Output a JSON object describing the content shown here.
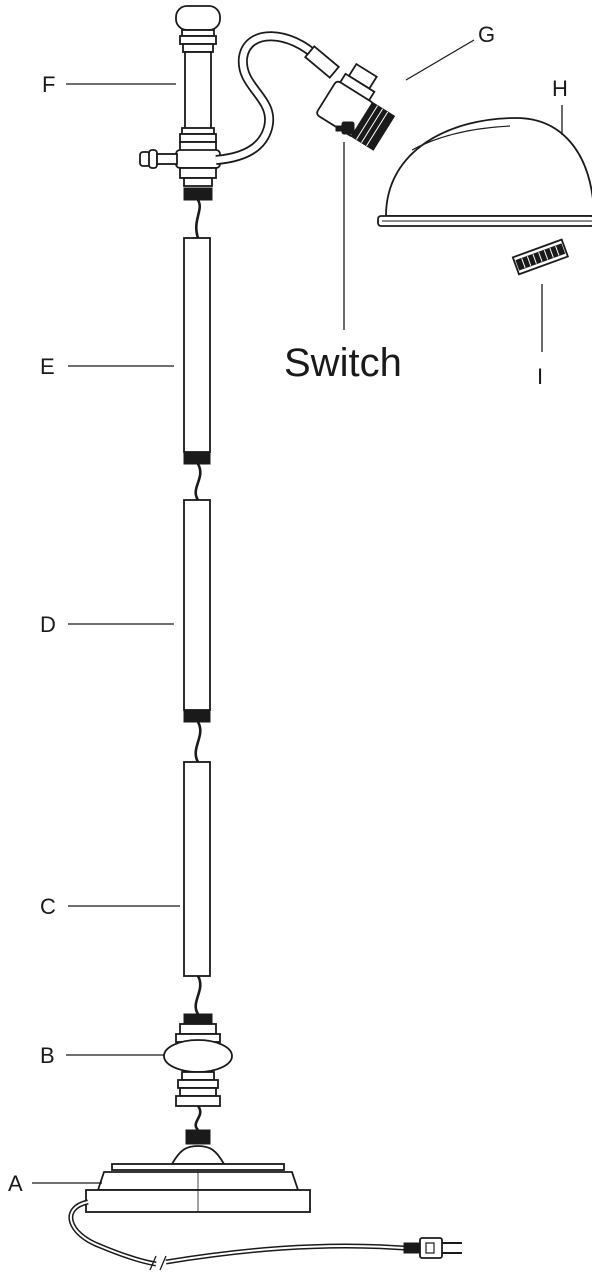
{
  "labels": {
    "a": "A",
    "b": "B",
    "c": "C",
    "d": "D",
    "e": "E",
    "f": "F",
    "g": "G",
    "h": "H",
    "i": "I",
    "switch": "Switch"
  },
  "colors": {
    "line": "#1a1a1a",
    "background": "#ffffff"
  }
}
